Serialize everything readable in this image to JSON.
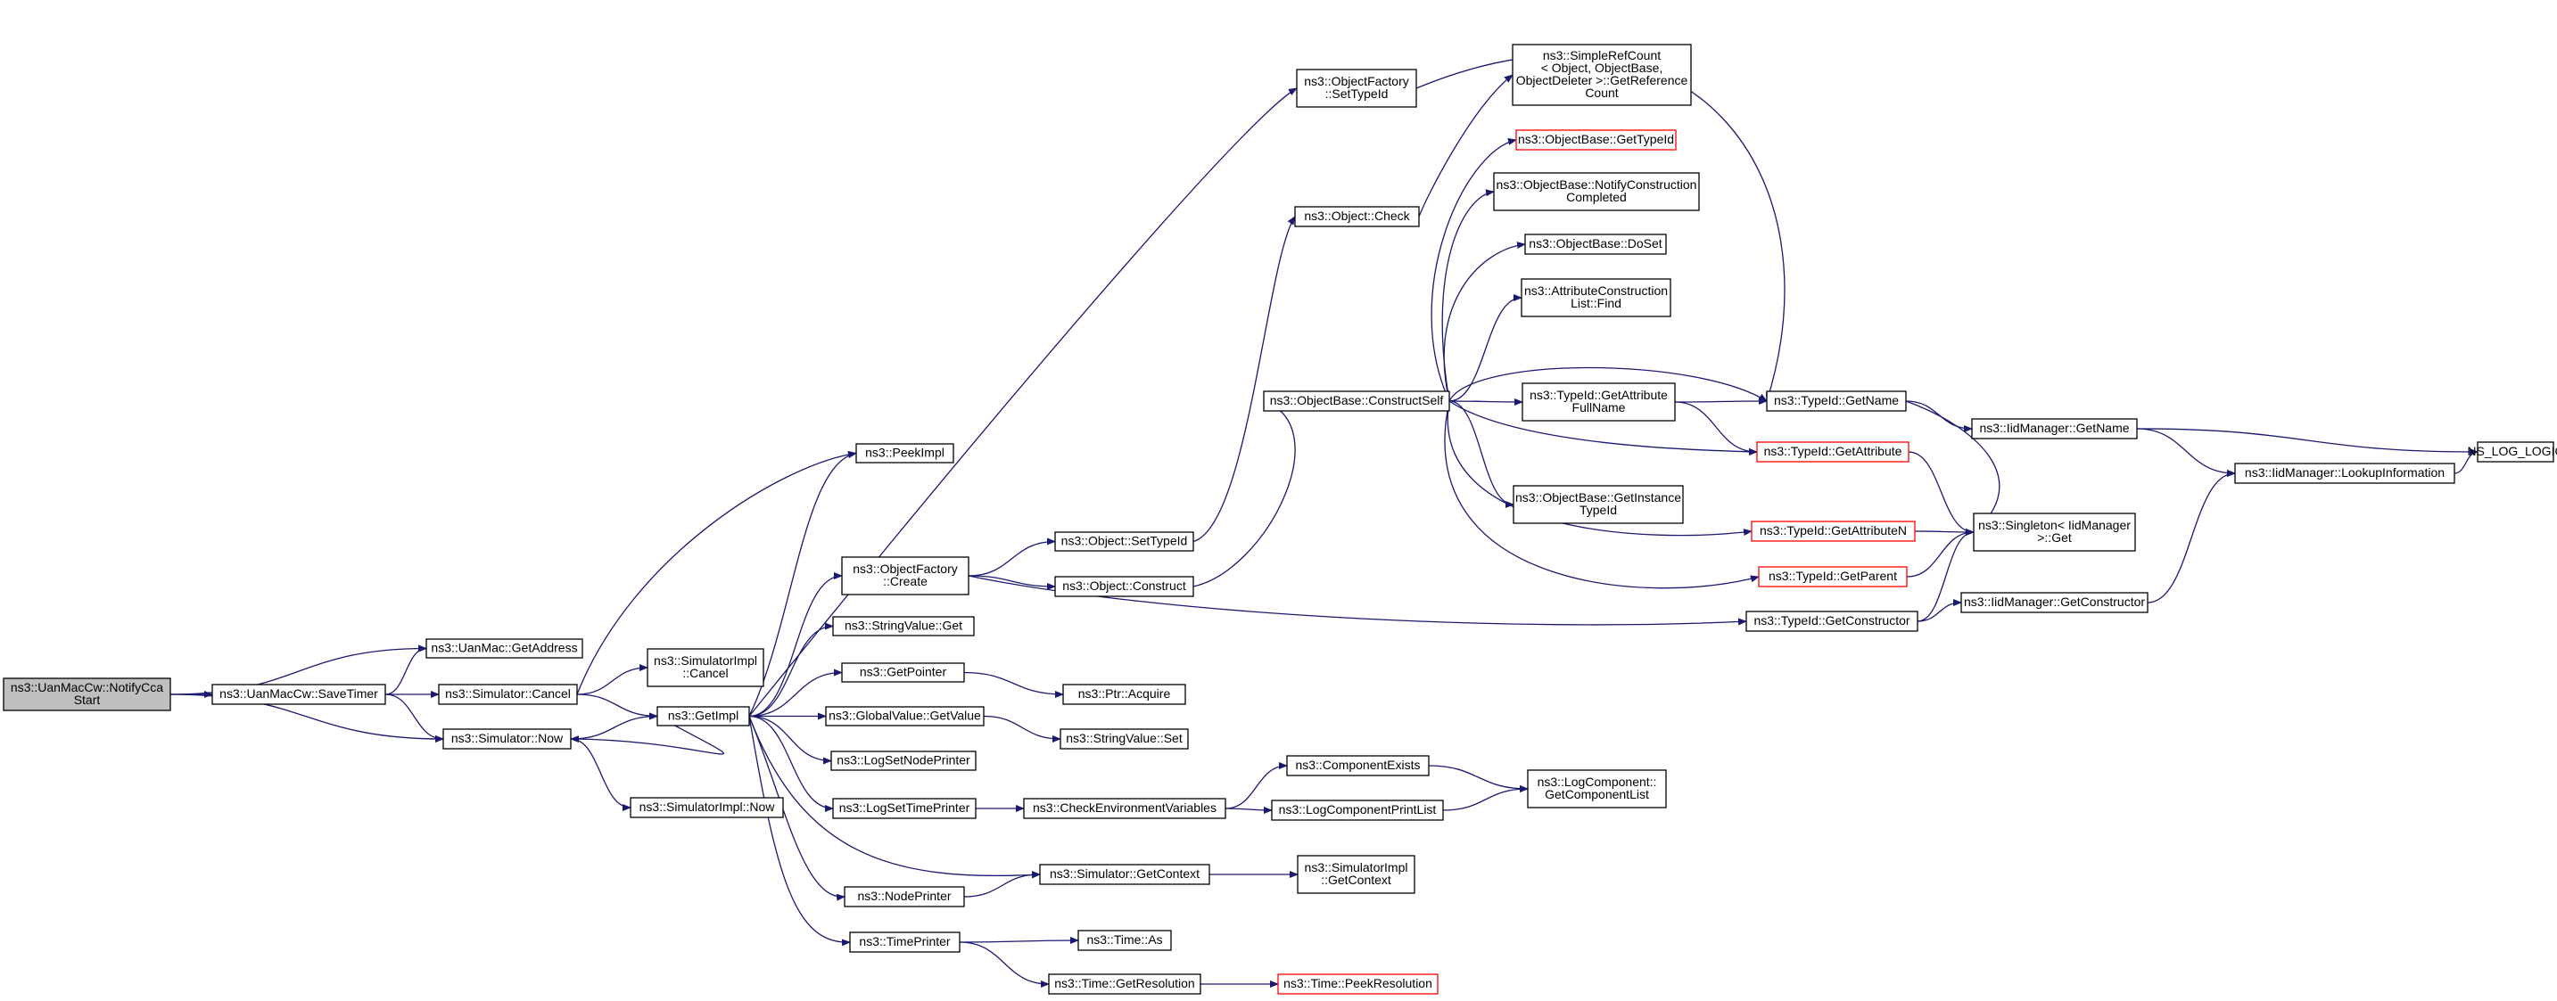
{
  "colors": {
    "edge": "#191970",
    "root_fill": "#bfbfbf",
    "node_border": "#000000",
    "truncated_border": "#ff0000"
  },
  "nodes": [
    {
      "id": "notify",
      "lines": [
        "ns3::UanMacCw::NotifyCca",
        "Start"
      ],
      "style": "root"
    },
    {
      "id": "getaddress",
      "lines": [
        "ns3::UanMac::GetAddress"
      ]
    },
    {
      "id": "savetimer",
      "lines": [
        "ns3::UanMacCw::SaveTimer"
      ]
    },
    {
      "id": "simcancel",
      "lines": [
        "ns3::Simulator::Cancel"
      ]
    },
    {
      "id": "simnow",
      "lines": [
        "ns3::Simulator::Now"
      ]
    },
    {
      "id": "simimplcancel",
      "lines": [
        "ns3::SimulatorImpl",
        "::Cancel"
      ]
    },
    {
      "id": "simimplnow",
      "lines": [
        "ns3::SimulatorImpl::Now"
      ]
    },
    {
      "id": "getimpl",
      "lines": [
        "ns3::GetImpl"
      ]
    },
    {
      "id": "peekimpl",
      "lines": [
        "ns3::PeekImpl"
      ]
    },
    {
      "id": "ofcreate",
      "lines": [
        "ns3::ObjectFactory",
        "::Create"
      ]
    },
    {
      "id": "stringvalueget",
      "lines": [
        "ns3::StringValue::Get"
      ]
    },
    {
      "id": "getpointer",
      "lines": [
        "ns3::GetPointer"
      ]
    },
    {
      "id": "globalvalue",
      "lines": [
        "ns3::GlobalValue::GetValue"
      ]
    },
    {
      "id": "lognodeprinter",
      "lines": [
        "ns3::LogSetNodePrinter"
      ]
    },
    {
      "id": "logtimeprinter",
      "lines": [
        "ns3::LogSetTimePrinter"
      ]
    },
    {
      "id": "nodeprinter",
      "lines": [
        "ns3::NodePrinter"
      ]
    },
    {
      "id": "timeprinter",
      "lines": [
        "ns3::TimePrinter"
      ]
    },
    {
      "id": "ofsettypeid",
      "lines": [
        "ns3::ObjectFactory",
        "::SetTypeId"
      ]
    },
    {
      "id": "objcheck",
      "lines": [
        "ns3::Object::Check"
      ]
    },
    {
      "id": "objsettypeid",
      "lines": [
        "ns3::Object::SetTypeId"
      ]
    },
    {
      "id": "objconstruct",
      "lines": [
        "ns3::Object::Construct"
      ]
    },
    {
      "id": "ptracquire",
      "lines": [
        "ns3::Ptr::Acquire"
      ]
    },
    {
      "id": "stringvalueset",
      "lines": [
        "ns3::StringValue::Set"
      ]
    },
    {
      "id": "checkenv",
      "lines": [
        "ns3::CheckEnvironmentVariables"
      ]
    },
    {
      "id": "simgetcontext",
      "lines": [
        "ns3::Simulator::GetContext"
      ]
    },
    {
      "id": "timeas",
      "lines": [
        "ns3::Time::As"
      ]
    },
    {
      "id": "timegetres",
      "lines": [
        "ns3::Time::GetResolution"
      ]
    },
    {
      "id": "timepeekres",
      "lines": [
        "ns3::Time::PeekResolution"
      ],
      "style": "red"
    },
    {
      "id": "compexists",
      "lines": [
        "ns3::ComponentExists"
      ]
    },
    {
      "id": "logprintlist",
      "lines": [
        "ns3::LogComponentPrintList"
      ]
    },
    {
      "id": "simimplgetcontext",
      "lines": [
        "ns3::SimulatorImpl",
        "::GetContext"
      ]
    },
    {
      "id": "loggetlist",
      "lines": [
        "ns3::LogComponent::",
        "GetComponentList"
      ]
    },
    {
      "id": "constructself",
      "lines": [
        "ns3::ObjectBase::ConstructSelf"
      ]
    },
    {
      "id": "refcount",
      "lines": [
        "ns3::SimpleRefCount",
        "< Object, ObjectBase,",
        "ObjectDeleter >::GetReference",
        "Count"
      ]
    },
    {
      "id": "obgettypeid",
      "lines": [
        "ns3::ObjectBase::GetTypeId"
      ],
      "style": "red"
    },
    {
      "id": "notifyconstruction",
      "lines": [
        "ns3::ObjectBase::NotifyConstruction",
        "Completed"
      ]
    },
    {
      "id": "doset",
      "lines": [
        "ns3::ObjectBase::DoSet"
      ]
    },
    {
      "id": "attrfind",
      "lines": [
        "ns3::AttributeConstruction",
        "List::Find"
      ]
    },
    {
      "id": "getattrfullname",
      "lines": [
        "ns3::TypeId::GetAttribute",
        "FullName"
      ]
    },
    {
      "id": "getinstancetypeid",
      "lines": [
        "ns3::ObjectBase::GetInstance",
        "TypeId"
      ]
    },
    {
      "id": "typeidgetname",
      "lines": [
        "ns3::TypeId::GetName"
      ]
    },
    {
      "id": "getattribute",
      "lines": [
        "ns3::TypeId::GetAttribute"
      ],
      "style": "red"
    },
    {
      "id": "getattributen",
      "lines": [
        "ns3::TypeId::GetAttributeN"
      ],
      "style": "red"
    },
    {
      "id": "getparent",
      "lines": [
        "ns3::TypeId::GetParent"
      ],
      "style": "red"
    },
    {
      "id": "getconstructor",
      "lines": [
        "ns3::TypeId::GetConstructor"
      ]
    },
    {
      "id": "singletonget",
      "lines": [
        "ns3::Singleton< IidManager",
        ">::Get"
      ]
    },
    {
      "id": "iidgetname",
      "lines": [
        "ns3::IidManager::GetName"
      ]
    },
    {
      "id": "iidgetconstructor",
      "lines": [
        "ns3::IidManager::GetConstructor"
      ]
    },
    {
      "id": "lookupinfo",
      "lines": [
        "ns3::IidManager::LookupInformation"
      ]
    },
    {
      "id": "nslog",
      "lines": [
        "NS_LOG_LOGIC"
      ]
    }
  ],
  "edges": [
    [
      "notify",
      "getaddress"
    ],
    [
      "notify",
      "savetimer"
    ],
    [
      "notify",
      "simnow"
    ],
    [
      "savetimer",
      "getaddress"
    ],
    [
      "savetimer",
      "simcancel"
    ],
    [
      "savetimer",
      "simnow"
    ],
    [
      "simcancel",
      "peekimpl"
    ],
    [
      "simcancel",
      "simimplcancel"
    ],
    [
      "simcancel",
      "getimpl"
    ],
    [
      "simnow",
      "getimpl"
    ],
    [
      "simnow",
      "simimplnow"
    ],
    [
      "getimpl",
      "peekimpl"
    ],
    [
      "getimpl",
      "ofcreate"
    ],
    [
      "getimpl",
      "stringvalueget"
    ],
    [
      "getimpl",
      "getpointer"
    ],
    [
      "getimpl",
      "globalvalue"
    ],
    [
      "getimpl",
      "lognodeprinter"
    ],
    [
      "getimpl",
      "logtimeprinter"
    ],
    [
      "getimpl",
      "nodeprinter"
    ],
    [
      "getimpl",
      "timeprinter"
    ],
    [
      "getimpl",
      "ofsettypeid"
    ],
    [
      "getimpl",
      "simgetcontext"
    ],
    [
      "getimpl",
      "simnow"
    ],
    [
      "ofcreate",
      "objsettypeid"
    ],
    [
      "ofcreate",
      "objconstruct"
    ],
    [
      "ofcreate",
      "getconstructor"
    ],
    [
      "objsettypeid",
      "objcheck"
    ],
    [
      "objconstruct",
      "constructself"
    ],
    [
      "objcheck",
      "refcount"
    ],
    [
      "getpointer",
      "ptracquire"
    ],
    [
      "globalvalue",
      "stringvalueset"
    ],
    [
      "logtimeprinter",
      "checkenv"
    ],
    [
      "checkenv",
      "compexists"
    ],
    [
      "checkenv",
      "logprintlist"
    ],
    [
      "compexists",
      "loggetlist"
    ],
    [
      "logprintlist",
      "loggetlist"
    ],
    [
      "nodeprinter",
      "simgetcontext"
    ],
    [
      "simgetcontext",
      "simimplgetcontext"
    ],
    [
      "timeprinter",
      "timeas"
    ],
    [
      "timeprinter",
      "timegetres"
    ],
    [
      "timegetres",
      "timepeekres"
    ],
    [
      "ofsettypeid",
      "typeidgetname"
    ],
    [
      "constructself",
      "obgettypeid"
    ],
    [
      "constructself",
      "notifyconstruction"
    ],
    [
      "constructself",
      "doset"
    ],
    [
      "constructself",
      "attrfind"
    ],
    [
      "constructself",
      "getattrfullname"
    ],
    [
      "constructself",
      "typeidgetname"
    ],
    [
      "constructself",
      "getattribute"
    ],
    [
      "constructself",
      "getinstancetypeid"
    ],
    [
      "constructself",
      "getattributen"
    ],
    [
      "constructself",
      "getparent"
    ],
    [
      "getattrfullname",
      "typeidgetname"
    ],
    [
      "getattrfullname",
      "getattribute"
    ],
    [
      "typeidgetname",
      "iidgetname"
    ],
    [
      "typeidgetname",
      "singletonget"
    ],
    [
      "getattribute",
      "singletonget"
    ],
    [
      "getattributen",
      "singletonget"
    ],
    [
      "getparent",
      "singletonget"
    ],
    [
      "getconstructor",
      "singletonget"
    ],
    [
      "getconstructor",
      "iidgetconstructor"
    ],
    [
      "iidgetname",
      "lookupinfo"
    ],
    [
      "iidgetname",
      "nslog"
    ],
    [
      "iidgetconstructor",
      "lookupinfo"
    ],
    [
      "lookupinfo",
      "nslog"
    ]
  ]
}
